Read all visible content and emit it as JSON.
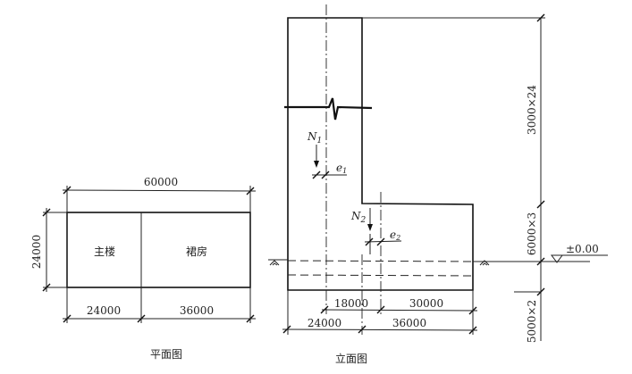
{
  "plan": {
    "title": "平面图",
    "main_building": "主楼",
    "podium": "裙房",
    "dim_total": "60000",
    "dim_depth": "24000",
    "dim_main": "24000",
    "dim_podium": "36000"
  },
  "elevation": {
    "title": "立面图",
    "load_1": "N1",
    "load_1_base": "N",
    "load_1_sub": "1",
    "ecc_1_base": "e",
    "ecc_1_sub": "1",
    "load_2_base": "N",
    "load_2_sub": "2",
    "ecc_2_base": "e",
    "ecc_2_sub": "2",
    "dim_18000": "18000",
    "dim_30000": "30000",
    "dim_24000": "24000",
    "dim_36000": "36000",
    "dim_tower": "3000×24",
    "dim_podium": "6000×3",
    "dim_basement": "5000×2",
    "ground_level": "±0.00"
  }
}
